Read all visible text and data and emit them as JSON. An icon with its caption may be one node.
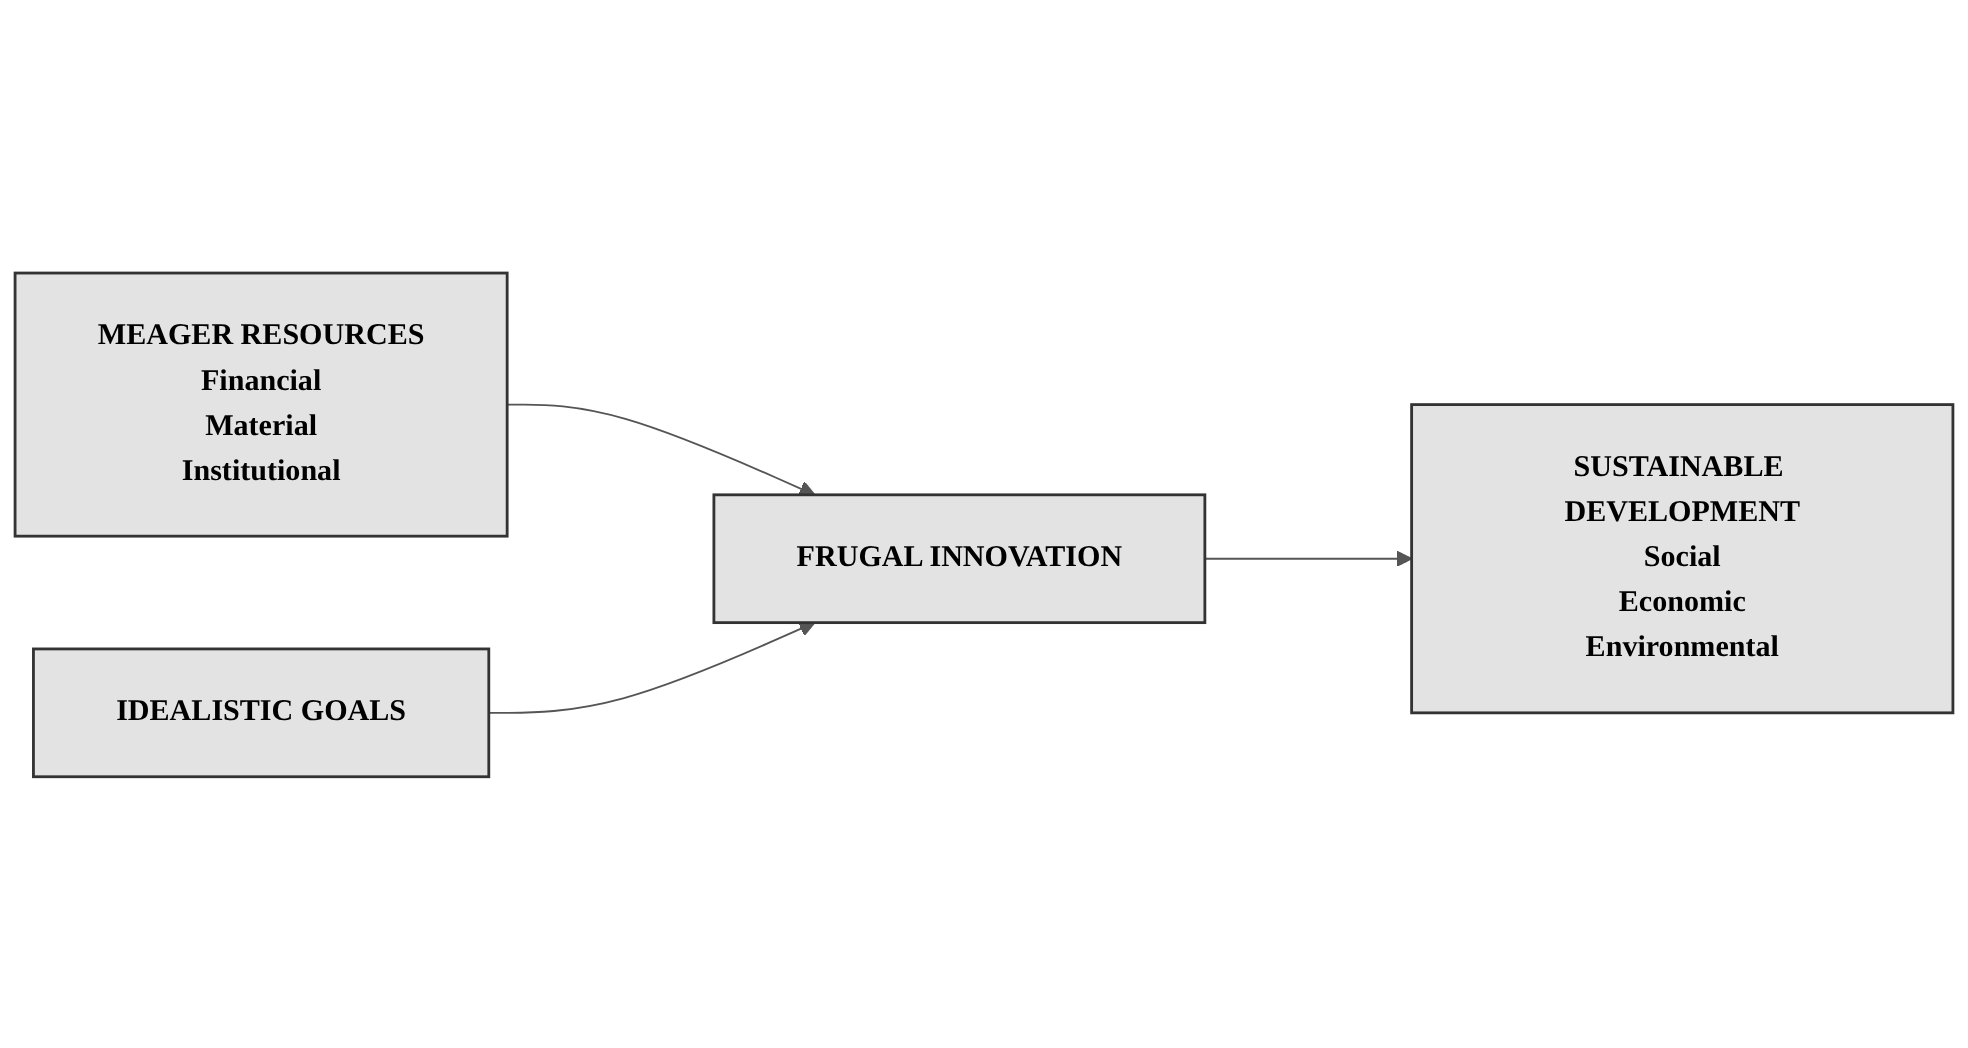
{
  "diagram": {
    "nodes": [
      {
        "text": [
          "MEAGER RESOURCES",
          "Financial",
          "Material",
          "Institutional"
        ]
      },
      {
        "text": [
          "FRUGAL INNOVATION"
        ]
      },
      {
        "text": [
          "IDEALISTIC GOALS"
        ]
      },
      {
        "text": [
          "SUSTAINABLE DEVELOPMENT",
          "Social",
          "Economic",
          "Environmental"
        ]
      }
    ],
    "edges": [
      {
        "from": 0,
        "to": 1,
        "arrow": "to"
      },
      {
        "from": 2,
        "to": 1,
        "arrow": "to"
      },
      {
        "from": 1,
        "to": 3,
        "arrow": "to"
      }
    ]
  }
}
